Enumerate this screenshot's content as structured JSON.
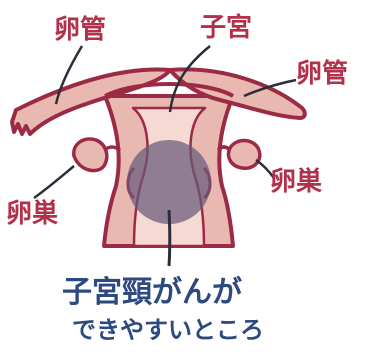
{
  "labels": {
    "tube_left": "卵管",
    "uterus": "子宮",
    "tube_right": "卵管",
    "ovary_right": "卵巣",
    "ovary_left": "卵巣",
    "cervix_line1": "子宮頸がんが",
    "cervix_line2": "できやすいところ"
  },
  "colors": {
    "outline": "#9b2b44",
    "tissue": "#e9b9b1",
    "cavity": "#f6d9d2",
    "highlight": "#68597a",
    "label_red": "#b32f4a",
    "label_navy": "#2d4a80"
  }
}
